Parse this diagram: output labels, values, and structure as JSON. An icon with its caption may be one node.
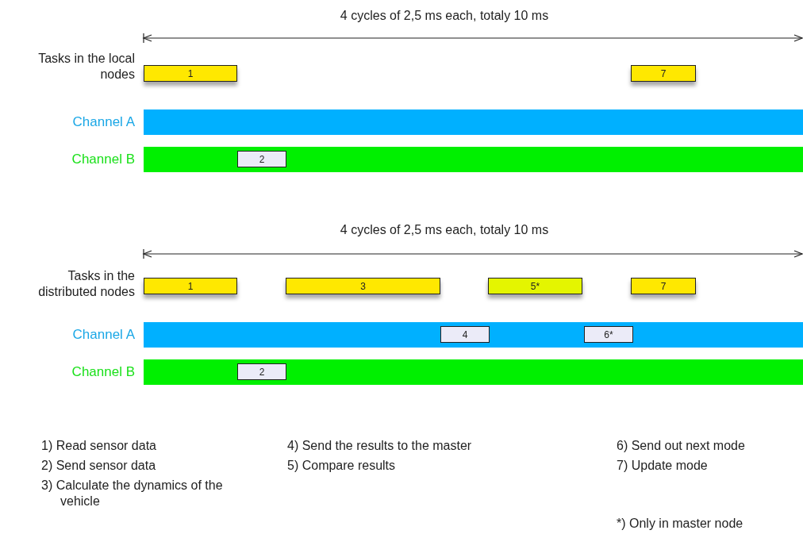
{
  "diagram": {
    "nodes": [
      {
        "text": [
          "1"
        ]
      },
      {
        "text": [
          "7"
        ]
      },
      {
        "text": [
          "Channel A"
        ]
      },
      {
        "text": [
          "Channel B"
        ]
      },
      {
        "text": [
          "2"
        ],
        "in": 3
      },
      {
        "text": [
          "1"
        ]
      },
      {
        "text": [
          "3"
        ]
      },
      {
        "text": [
          "5*"
        ]
      },
      {
        "text": [
          "7"
        ]
      },
      {
        "text": [
          "Channel A"
        ]
      },
      {
        "text": [
          "4"
        ],
        "in": 9
      },
      {
        "text": [
          "6*"
        ],
        "in": 9
      },
      {
        "text": [
          "Channel B"
        ]
      },
      {
        "text": [
          "2"
        ],
        "in": 12
      }
    ],
    "edges": [],
    "labels": [
      "4 cycles of 2,5 ms each, totaly 10 ms",
      "Tasks in the local nodes",
      "4 cycles of 2,5 ms each, totaly 10 ms",
      "Tasks in the distributed nodes",
      "1) Read sensor data",
      "2) Send sensor data",
      "3) Calculate the dynamics of the vehicle",
      "4) Send the results to the master",
      "5) Compare results",
      "6) Send out next mode",
      "7) Update mode",
      "*) Only in master node"
    ]
  }
}
